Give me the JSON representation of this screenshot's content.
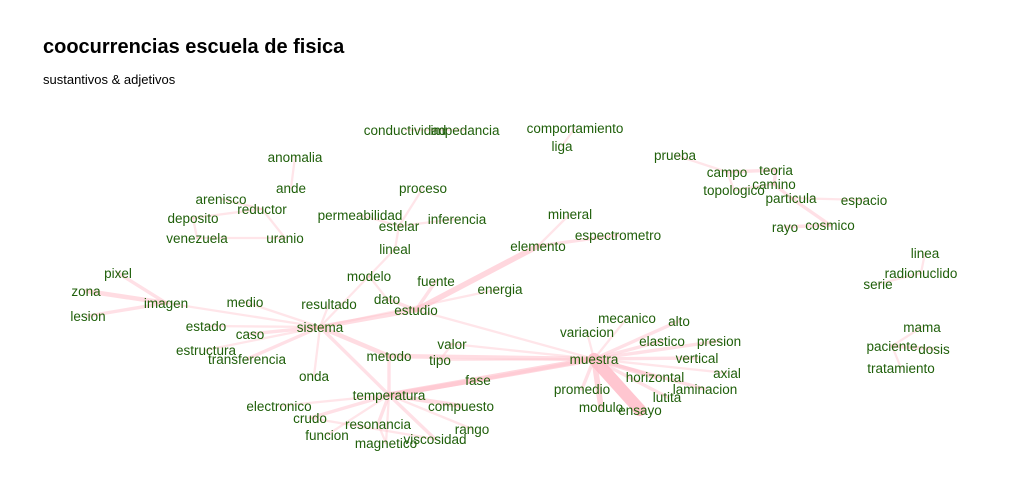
{
  "chart_data": {
    "type": "network",
    "title": "coocurrencias escuela de fisica",
    "subtitle": "sustantivos & adjetivos",
    "colors": {
      "edge": "#ffc0cb",
      "label": "#1f5f0a",
      "background": "#ffffff"
    },
    "nodes": [
      "conductividad",
      "impedancia",
      "comportamiento",
      "liga",
      "anomalia",
      "ande",
      "proceso",
      "prueba",
      "campo",
      "teoria",
      "camino",
      "topologico",
      "particula",
      "espacio",
      "rayo",
      "cosmico",
      "arenisco",
      "reductor",
      "deposito",
      "permeabilidad",
      "estelar",
      "inferencia",
      "mineral",
      "venezuela",
      "uranio",
      "lineal",
      "elemento",
      "espectrometro",
      "pixel",
      "modelo",
      "fuente",
      "zona",
      "energia",
      "dato",
      "imagen",
      "medio",
      "resultado",
      "estudio",
      "lesion",
      "estado",
      "caso",
      "sistema",
      "mecanico",
      "alto",
      "variacion",
      "valor",
      "elastico",
      "presion",
      "estructura",
      "metodo",
      "muestra",
      "vertical",
      "transferencia",
      "tipo",
      "axial",
      "onda",
      "horizontal",
      "fase",
      "promedio",
      "laminacion",
      "temperatura",
      "lutita",
      "electronico",
      "compuesto",
      "modulo",
      "ensayo",
      "crudo",
      "rango",
      "resonancia",
      "funcion",
      "viscosidad",
      "magnetico",
      "linea",
      "radionuclido",
      "serie",
      "mama",
      "paciente",
      "dosis",
      "tratamiento"
    ],
    "edges": [
      [
        "conductividad",
        "impedancia",
        1
      ],
      [
        "comportamiento",
        "liga",
        1
      ],
      [
        "campo",
        "teoria",
        2
      ],
      [
        "teoria",
        "camino",
        2
      ],
      [
        "camino",
        "topologico",
        1
      ],
      [
        "campo",
        "topologico",
        1
      ],
      [
        "prueba",
        "campo",
        1
      ],
      [
        "camino",
        "particula",
        2
      ],
      [
        "particula",
        "espacio",
        1
      ],
      [
        "particula",
        "cosmico",
        2
      ],
      [
        "rayo",
        "cosmico",
        2
      ],
      [
        "arenisco",
        "reductor",
        1
      ],
      [
        "deposito",
        "reductor",
        1
      ],
      [
        "deposito",
        "venezuela",
        1
      ],
      [
        "venezuela",
        "uranio",
        1
      ],
      [
        "uranio",
        "reductor",
        1
      ],
      [
        "anomalia",
        "ande",
        1
      ],
      [
        "proceso",
        "estelar",
        1
      ],
      [
        "permeabilidad",
        "estelar",
        1
      ],
      [
        "estelar",
        "lineal",
        1
      ],
      [
        "inferencia",
        "estelar",
        1
      ],
      [
        "estudio",
        "elemento",
        4
      ],
      [
        "elemento",
        "mineral",
        1
      ],
      [
        "elemento",
        "espectrometro",
        2
      ],
      [
        "fuente",
        "estudio",
        2
      ],
      [
        "modelo",
        "lineal",
        1
      ],
      [
        "modelo",
        "dato",
        1
      ],
      [
        "dato",
        "estudio",
        2
      ],
      [
        "sistema",
        "estudio",
        3
      ],
      [
        "sistema",
        "resultado",
        1
      ],
      [
        "sistema",
        "medio",
        1
      ],
      [
        "sistema",
        "caso",
        2
      ],
      [
        "sistema",
        "estado",
        1
      ],
      [
        "sistema",
        "estructura",
        1
      ],
      [
        "sistema",
        "transferencia",
        2
      ],
      [
        "sistema",
        "metodo",
        3
      ],
      [
        "sistema",
        "temperatura",
        2
      ],
      [
        "sistema",
        "onda",
        1
      ],
      [
        "sistema",
        "modelo",
        1
      ],
      [
        "sistema",
        "energia",
        1
      ],
      [
        "pixel",
        "imagen",
        2
      ],
      [
        "zona",
        "imagen",
        3
      ],
      [
        "lesion",
        "imagen",
        2
      ],
      [
        "imagen",
        "sistema",
        1
      ],
      [
        "metodo",
        "muestra",
        3
      ],
      [
        "metodo",
        "temperatura",
        2
      ],
      [
        "valor",
        "tipo",
        1
      ],
      [
        "temperatura",
        "fase",
        3
      ],
      [
        "temperatura",
        "compuesto",
        3
      ],
      [
        "temperatura",
        "electronico",
        1
      ],
      [
        "temperatura",
        "crudo",
        2
      ],
      [
        "temperatura",
        "funcion",
        1
      ],
      [
        "temperatura",
        "resonancia",
        2
      ],
      [
        "temperatura",
        "rango",
        1
      ],
      [
        "temperatura",
        "viscosidad",
        2
      ],
      [
        "temperatura",
        "magnetico",
        1
      ],
      [
        "temperatura",
        "muestra",
        4
      ],
      [
        "muestra",
        "ensayo",
        10
      ],
      [
        "muestra",
        "modulo",
        4
      ],
      [
        "muestra",
        "promedio",
        2
      ],
      [
        "muestra",
        "horizontal",
        3
      ],
      [
        "muestra",
        "vertical",
        2
      ],
      [
        "muestra",
        "elastico",
        2
      ],
      [
        "muestra",
        "mecanico",
        1
      ],
      [
        "muestra",
        "variacion",
        1
      ],
      [
        "muestra",
        "valor",
        1
      ],
      [
        "muestra",
        "alto",
        2
      ],
      [
        "muestra",
        "presion",
        2
      ],
      [
        "muestra",
        "axial",
        1
      ],
      [
        "muestra",
        "laminacion",
        2
      ],
      [
        "muestra",
        "lutita",
        2
      ],
      [
        "muestra",
        "fase",
        2
      ],
      [
        "muestra",
        "tipo",
        1
      ],
      [
        "muestra",
        "estudio",
        1
      ],
      [
        "resonancia",
        "magnetico",
        1
      ],
      [
        "viscosidad",
        "crudo",
        1
      ],
      [
        "linea",
        "radionuclido",
        1
      ],
      [
        "radionuclido",
        "serie",
        1
      ],
      [
        "mama",
        "paciente",
        1
      ],
      [
        "paciente",
        "dosis",
        2
      ],
      [
        "paciente",
        "tratamiento",
        1
      ]
    ]
  }
}
